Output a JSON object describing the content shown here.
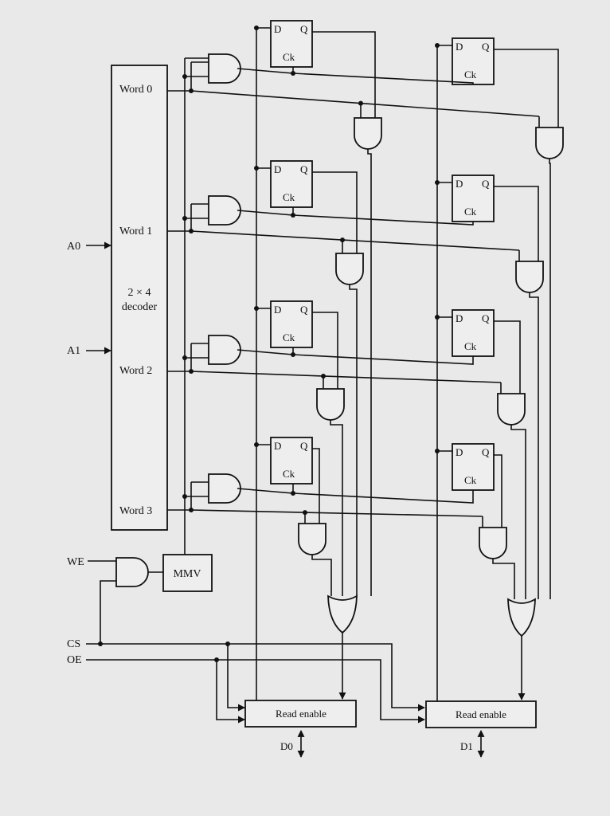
{
  "decoder": {
    "words": [
      "Word 0",
      "Word 1",
      "Word 2",
      "Word 3"
    ],
    "name_line1": "2 × 4",
    "name_line2": "decoder"
  },
  "inputs": {
    "a0": "A0",
    "a1": "A1",
    "we": "WE",
    "cs": "CS",
    "oe": "OE"
  },
  "mmv": "MMV",
  "flipflop": {
    "d": "D",
    "q": "Q",
    "ck": "Ck"
  },
  "read_enable": "Read enable",
  "outputs": {
    "d0": "D0",
    "d1": "D1"
  }
}
